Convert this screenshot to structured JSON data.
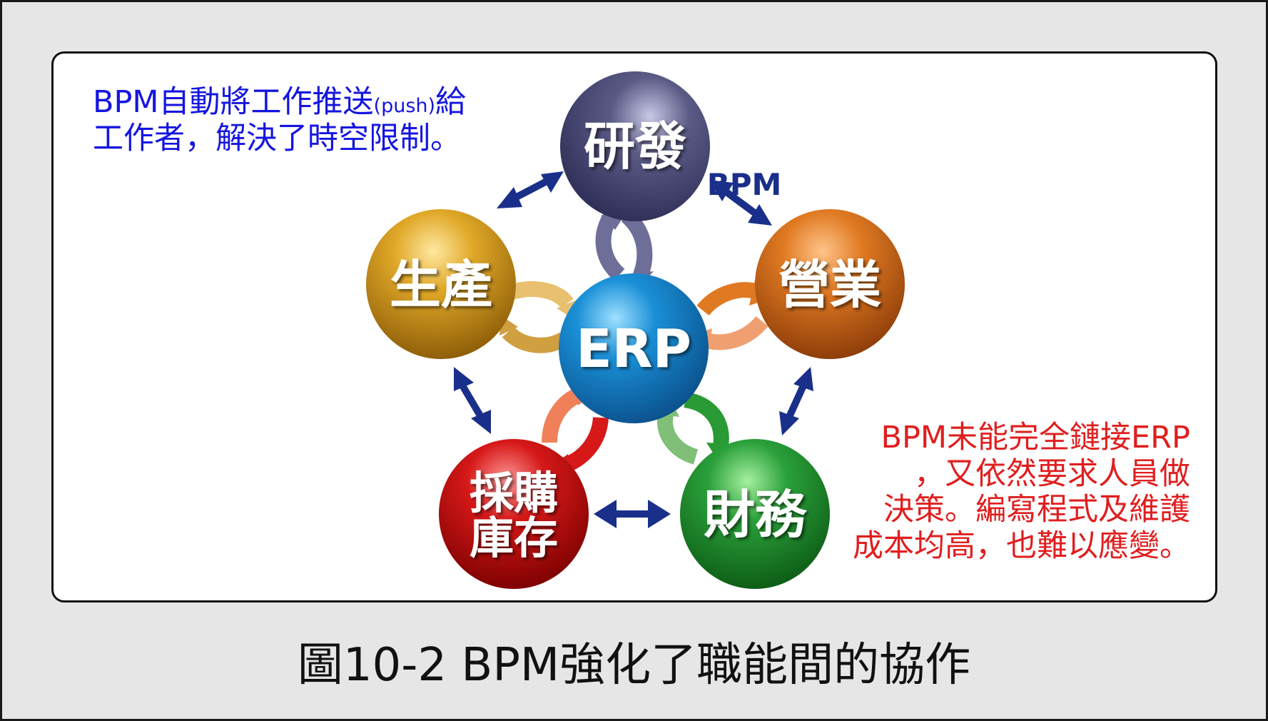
{
  "notes": {
    "top_left": {
      "line1_prefix": "BPM自動將工作推送",
      "line1_push": "(push)",
      "line1_suffix": "給",
      "line2": "工作者，解決了時空限制。"
    },
    "bottom_right": {
      "lines": [
        "BPM未能完全鏈接ERP",
        "，又依然要求人員做",
        "決策。編寫程式及維護",
        "成本均高，也難以應變。"
      ]
    }
  },
  "edge_label": "BPM",
  "caption": "圖10-2 BPM強化了職能間的協作",
  "nodes": {
    "center": {
      "label": "ERP",
      "color": "#1a8fd6",
      "dark": "#0a4f8a"
    },
    "rd": {
      "label": "研發",
      "color": "#5a5a85",
      "dark": "#2c2c55"
    },
    "sales": {
      "label": "營業",
      "color": "#e07a22",
      "dark": "#8a3a08"
    },
    "finance": {
      "label": "財務",
      "color": "#2aa03a",
      "dark": "#0c5a14"
    },
    "purchase": {
      "label": "採購庫存",
      "line1": "採購",
      "line2": "庫存",
      "color": "#d61818",
      "dark": "#7a0000"
    },
    "production": {
      "label": "生產",
      "color": "#e0a828",
      "dark": "#8a5a06"
    }
  },
  "colors": {
    "note_blue": "#1515e0",
    "note_red": "#e01e1e",
    "link_arrow": "#1a2f8a"
  }
}
